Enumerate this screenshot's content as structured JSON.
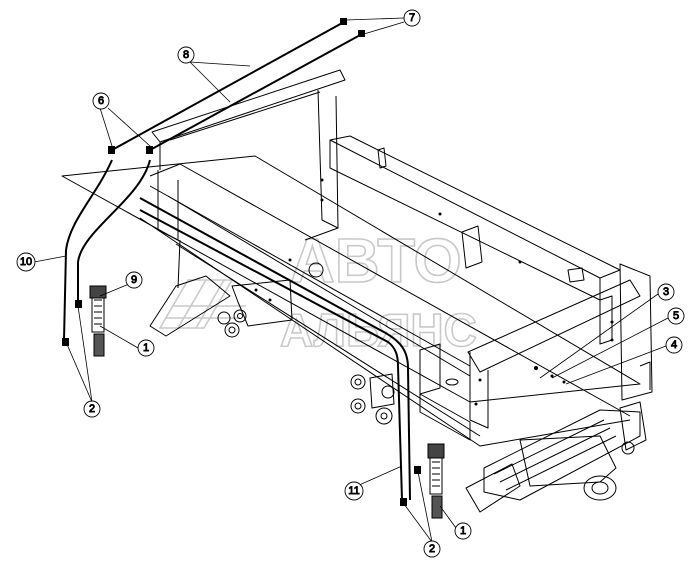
{
  "drawing": {
    "callouts": [
      {
        "id": "c7",
        "label": "7"
      },
      {
        "id": "c8",
        "label": "8"
      },
      {
        "id": "c6",
        "label": "6"
      },
      {
        "id": "c10",
        "label": "10"
      },
      {
        "id": "c9",
        "label": "9"
      },
      {
        "id": "c1a",
        "label": "1"
      },
      {
        "id": "c2a",
        "label": "2"
      },
      {
        "id": "c3",
        "label": "3"
      },
      {
        "id": "c5",
        "label": "5"
      },
      {
        "id": "c4",
        "label": "4"
      },
      {
        "id": "c11",
        "label": "11"
      },
      {
        "id": "c1b",
        "label": "1"
      },
      {
        "id": "c2b",
        "label": "2"
      }
    ]
  },
  "watermark": {
    "line1": "АВТО",
    "line2": "АЛЬЯНС"
  }
}
